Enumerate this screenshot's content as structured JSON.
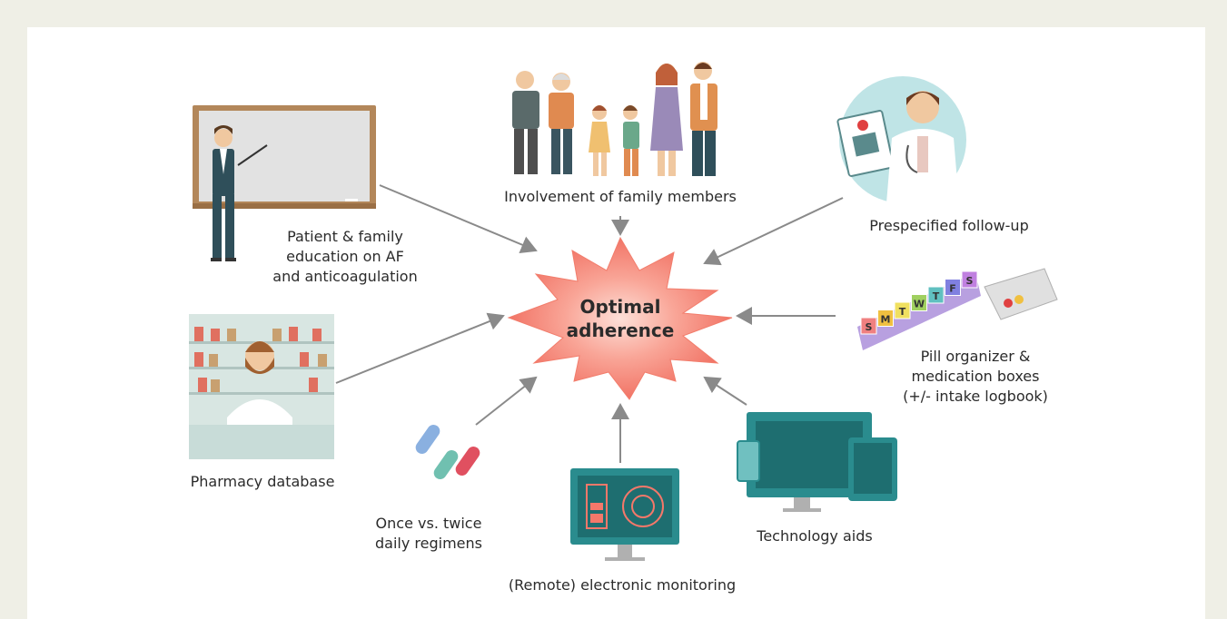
{
  "center": {
    "line1": "Optimal",
    "line2": "adherence"
  },
  "labels": {
    "education": "Patient & family\neducation on AF\nand anticoagulation",
    "family": "Involvement of family members",
    "followup": "Prespecified follow-up",
    "pharmacy": "Pharmacy database",
    "pills": "Pill organizer &\nmedication boxes\n(+/- intake logbook)",
    "regimens": "Once vs. twice\ndaily regimens",
    "monitoring": "(Remote) electronic monitoring",
    "technology": "Technology aids"
  },
  "pill_organizer_letters": [
    "S",
    "M",
    "T",
    "W",
    "T",
    "F",
    "S"
  ],
  "colors": {
    "starburst": "#f4786a",
    "starburst_light": "#fbd0c6",
    "teal": "#2a8c8e",
    "arrow": "#8a8a8a"
  }
}
